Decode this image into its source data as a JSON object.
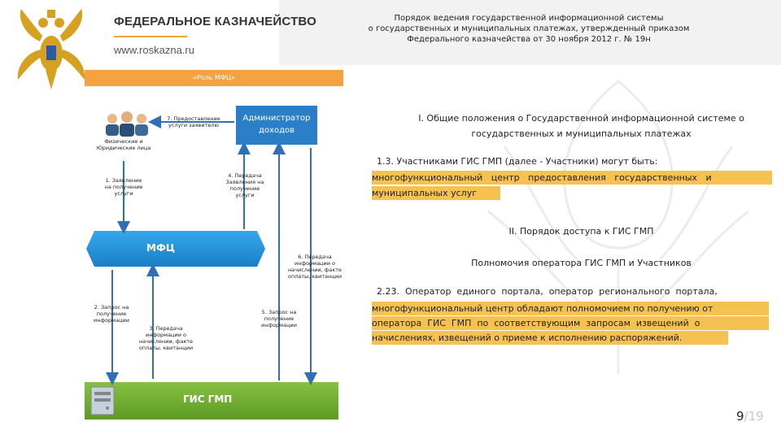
{
  "header": {
    "title_line1": "Порядок ведения государственной информационной системы",
    "title_line2": "о государственных и муниципальных платежах, утвержденный приказом",
    "title_line3": "Федерального казначейства от 30 ноября 2012 г. № 19н",
    "brand": "ФЕДЕРАЛЬНОЕ КАЗНАЧЕЙСТВО",
    "site": "www.roskazna.ru",
    "accent_color": "#f2a33a"
  },
  "diagram": {
    "role_bar": "«Роль МФЦ»",
    "persons_label_1": "Физические и",
    "persons_label_2": "Юридические лица",
    "step7_1": "7. Предоставление",
    "step7_2": "услуги заявителю",
    "admin_1": "Администратор",
    "admin_2": "доходов",
    "step1_1": "1. Заявление",
    "step1_2": "на получение",
    "step1_3": "услуги",
    "step4_1": "4. Передача",
    "step4_2": "Заявления на",
    "step4_3": "получение",
    "step4_4": "услуги",
    "mfc": "МФЦ",
    "step6_1": "6. Передача",
    "step6_2": "информации о",
    "step6_3": "начислении, факте",
    "step6_4": "оплаты, квитанции",
    "step2_1": "2. Запрос на",
    "step2_2": "получение",
    "step2_3": "информации",
    "step3_1": "3. Передача",
    "step3_2": "информации о",
    "step3_3": "начислении, факте",
    "step3_4": "оплаты, квитанции",
    "step5_1": "5. Запрос на",
    "step5_2": "получение",
    "step5_3": "информации",
    "gis": "ГИС ГМП",
    "colors": {
      "blue": "#1f8fd6",
      "green": "#6aab2e",
      "orange": "#f4a340"
    }
  },
  "content": {
    "section1_line1": "I. Общие положения о Государственной информационной системе о",
    "section1_line2": "государственных и муниципальных платежах",
    "p13": "1.3. Участниками ГИС ГМП (далее - Участники) могут быть:",
    "p13_hl1": "многофункциональный   центр   предоставления   государственных   и",
    "p13_hl2": "муниципальных услуг",
    "section2": "II. Порядок доступа к ГИС ГМП",
    "powers": "Полномочия оператора ГИС ГМП и Участников",
    "p223_line1": "2.23.  Оператор  единого  портала,  оператор  регионального  портала,",
    "p223_hl1": "многофункциональный центр обладают полномочием по получению от",
    "p223_hl2": "оператора  ГИС  ГМП  по  соответствующим  запросам  извещений  о",
    "p223_hl3": "начислениях, извещений о приеме к исполнению распоряжений.",
    "highlight_color": "#f5c252"
  },
  "page": {
    "current": "9",
    "total": "/19"
  }
}
